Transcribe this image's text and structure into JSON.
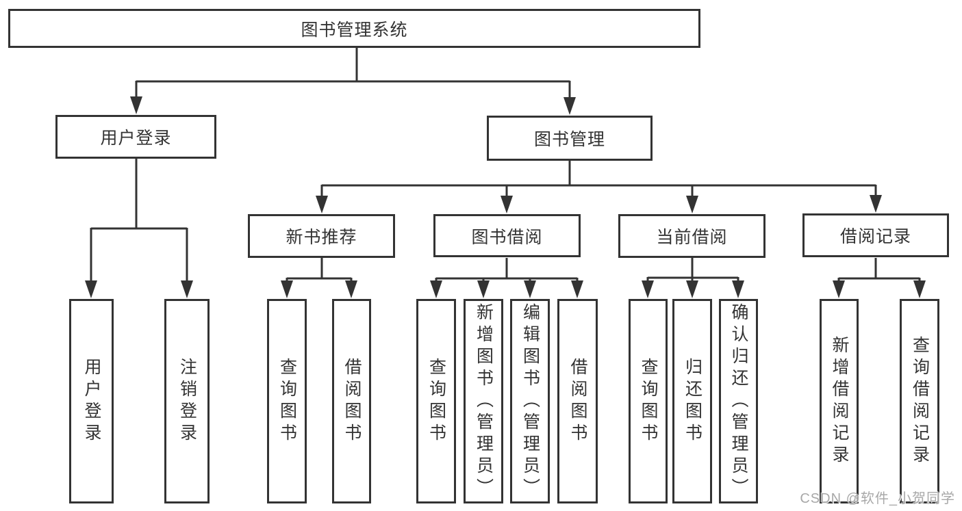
{
  "diagram_title": "图书管理系统",
  "watermark": "CSDN @软件_小贺同学",
  "nodes": {
    "root": "图书管理系统",
    "user_login": "用户登录",
    "book_mgmt": "图书管理",
    "leaf_user_login": "用户登录",
    "leaf_logout_login": "注销登录",
    "new_book_rec": "新书推荐",
    "book_borrow": "图书借阅",
    "current_borrow": "当前借阅",
    "borrow_records": "借阅记录",
    "rec_query_book": "查询图书",
    "rec_borrow_book": "借阅图书",
    "bb_query_book": "查询图书",
    "bb_add_book": "新增图书（管理员）",
    "bb_edit_book": "编辑图书（管理员）",
    "bb_borrow_book": "借阅图书",
    "cb_query_book": "查询图书",
    "cb_return_book": "归还图书",
    "cb_confirm_return": "确认归还（管理员）",
    "br_add_record": "新增借阅记录",
    "br_query_record": "查询借阅记录"
  },
  "hierarchy": {
    "图书管理系统": {
      "用户登录": [
        "用户登录",
        "注销登录"
      ],
      "图书管理": {
        "新书推荐": [
          "查询图书",
          "借阅图书"
        ],
        "图书借阅": [
          "查询图书",
          "新增图书（管理员）",
          "编辑图书（管理员）",
          "借阅图书"
        ],
        "当前借阅": [
          "查询图书",
          "归还图书",
          "确认归还（管理员）"
        ],
        "借阅记录": [
          "新增借阅记录",
          "查询借阅记录"
        ]
      }
    }
  },
  "colors": {
    "line": "#333333",
    "box_border": "#333333",
    "text": "#333333",
    "watermark": "#a8a8a8",
    "background": "#ffffff"
  }
}
